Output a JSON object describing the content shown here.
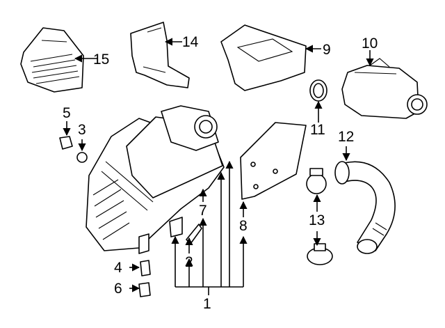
{
  "diagram": {
    "type": "exploded-parts",
    "callouts": {
      "c1": "1",
      "c2": "2",
      "c3": "3",
      "c4": "4",
      "c5": "5",
      "c6": "6",
      "c7": "7",
      "c8": "8",
      "c9": "9",
      "c10": "10",
      "c11": "11",
      "c12": "12",
      "c13": "13",
      "c14": "14",
      "c15": "15"
    }
  }
}
